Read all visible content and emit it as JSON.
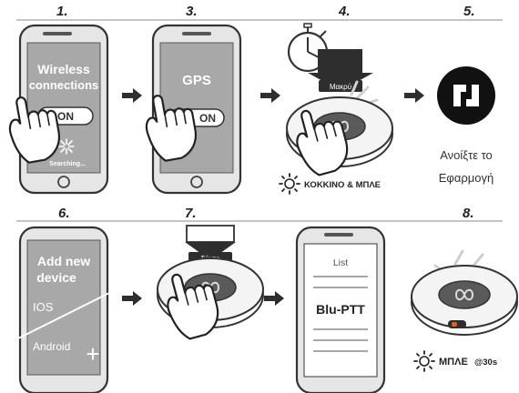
{
  "steps": [
    {
      "number": "1.",
      "title": "Wireless connections",
      "title_line1": "Wireless",
      "title_line2": "connections",
      "button": "ON",
      "status": "Searching..."
    },
    {
      "number": "3.",
      "title": "GPS",
      "button": "ON"
    },
    {
      "number": "4.",
      "device_tag": "Μακρύ",
      "status": "ΚΟΚΚΙΝΟ & ΜΠΛΕ"
    },
    {
      "number": "5.",
      "caption_line1": "Ανοίξτε το",
      "caption_line2": "Εφαρμογή"
    },
    {
      "number": "6.",
      "title_line1": "Add new",
      "title_line2": "device",
      "option1": "IOS",
      "option2": "Android",
      "plus": "+"
    },
    {
      "number": "7.",
      "device_tag": "Σύντο"
    },
    {
      "number": "",
      "list_title": "List",
      "list_item": "Blu-PTT"
    },
    {
      "number": "8.",
      "status_main": "ΜΠΛΕ",
      "status_suffix": "@30s"
    }
  ],
  "colors": {
    "phone_body": "#e6e6e6",
    "screen": "#a8a8a8",
    "dark": "#2e2e2e",
    "accent_orange": "#d9622b"
  },
  "icons": [
    "hand-pointer-icon",
    "arrow-right-icon",
    "stopwatch-icon",
    "app-logo-icon",
    "sun-led-icon",
    "infinity-icon"
  ]
}
